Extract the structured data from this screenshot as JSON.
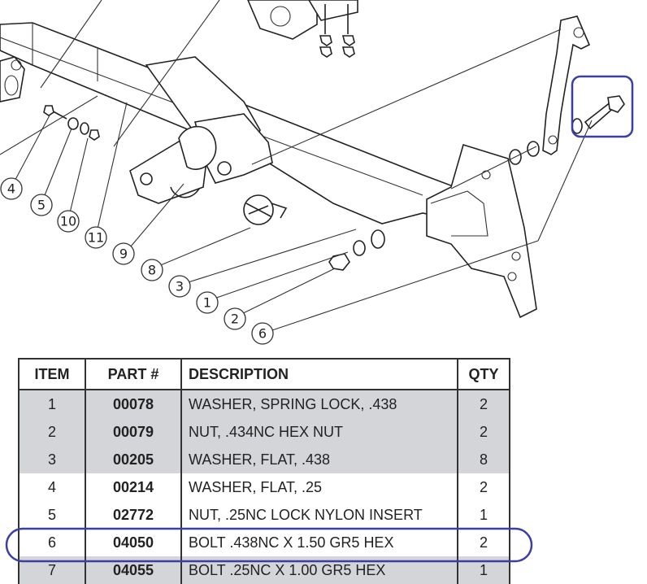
{
  "callouts": [
    {
      "id": "c4",
      "label": "4"
    },
    {
      "id": "c5",
      "label": "5"
    },
    {
      "id": "c10",
      "label": "10"
    },
    {
      "id": "c11",
      "label": "11"
    },
    {
      "id": "c9",
      "label": "9"
    },
    {
      "id": "c8",
      "label": "8"
    },
    {
      "id": "c3",
      "label": "3"
    },
    {
      "id": "c1",
      "label": "1"
    },
    {
      "id": "c2",
      "label": "2"
    },
    {
      "id": "c6",
      "label": "6"
    }
  ],
  "bom": {
    "headers": {
      "item": "ITEM",
      "part": "PART #",
      "description": "DESCRIPTION",
      "qty": "QTY"
    },
    "rows": [
      {
        "item": "1",
        "part": "00078",
        "description": "WASHER, SPRING LOCK, .438",
        "qty": "2"
      },
      {
        "item": "2",
        "part": "00079",
        "description": "NUT, .434NC HEX NUT",
        "qty": "2"
      },
      {
        "item": "3",
        "part": "00205",
        "description": "WASHER, FLAT, .438",
        "qty": "8"
      },
      {
        "item": "4",
        "part": "00214",
        "description": "WASHER, FLAT, .25",
        "qty": "2"
      },
      {
        "item": "5",
        "part": "02772",
        "description": "NUT, .25NC LOCK NYLON INSERT",
        "qty": "1"
      },
      {
        "item": "6",
        "part": "04050",
        "description": "BOLT .438NC X 1.50 GR5 HEX",
        "qty": "2"
      },
      {
        "item": "7",
        "part": "04055",
        "description": "BOLT .25NC X 1.00 GR5 HEX",
        "qty": "1"
      }
    ]
  },
  "colors": {
    "highlight": "#3b3fa3",
    "row_gray": "#d4d5d8",
    "line": "#222222"
  }
}
